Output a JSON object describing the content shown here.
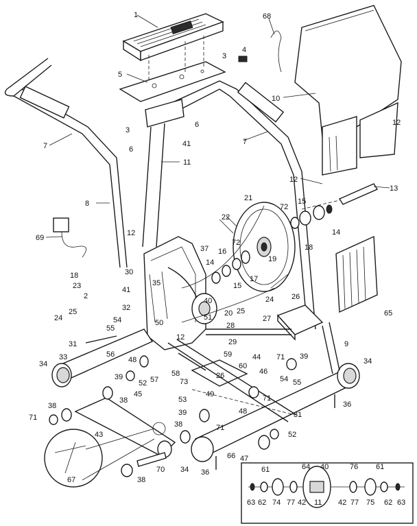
{
  "callouts": [
    {
      "id": "c1",
      "text": "1"
    },
    {
      "id": "c68",
      "text": "68"
    },
    {
      "id": "c4",
      "text": "4"
    },
    {
      "id": "c3a",
      "text": "3"
    },
    {
      "id": "c5",
      "text": "5"
    },
    {
      "id": "c10",
      "text": "10"
    },
    {
      "id": "c7a",
      "text": "7"
    },
    {
      "id": "c3b",
      "text": "3"
    },
    {
      "id": "c6a",
      "text": "6"
    },
    {
      "id": "c6b",
      "text": "6"
    },
    {
      "id": "c41a",
      "text": "41"
    },
    {
      "id": "c7b",
      "text": "7"
    },
    {
      "id": "c12a",
      "text": "12"
    },
    {
      "id": "c11",
      "text": "11"
    },
    {
      "id": "c12b",
      "text": "12"
    },
    {
      "id": "c13",
      "text": "13"
    },
    {
      "id": "c8",
      "text": "8"
    },
    {
      "id": "c22",
      "text": "22"
    },
    {
      "id": "c21",
      "text": "21"
    },
    {
      "id": "c72a",
      "text": "72"
    },
    {
      "id": "c15a",
      "text": "15"
    },
    {
      "id": "c14a",
      "text": "14"
    },
    {
      "id": "c69",
      "text": "69"
    },
    {
      "id": "c12c",
      "text": "12"
    },
    {
      "id": "c72b",
      "text": "72"
    },
    {
      "id": "c18a",
      "text": "18"
    },
    {
      "id": "c37",
      "text": "37"
    },
    {
      "id": "c16",
      "text": "16"
    },
    {
      "id": "c19",
      "text": "19"
    },
    {
      "id": "c14b",
      "text": "14"
    },
    {
      "id": "c17",
      "text": "17"
    },
    {
      "id": "c15b",
      "text": "15"
    },
    {
      "id": "c30",
      "text": "30"
    },
    {
      "id": "c18b",
      "text": "18"
    },
    {
      "id": "c35",
      "text": "35"
    },
    {
      "id": "c23",
      "text": "23"
    },
    {
      "id": "c2",
      "text": "2"
    },
    {
      "id": "c41b",
      "text": "41"
    },
    {
      "id": "c24a",
      "text": "24"
    },
    {
      "id": "c25a",
      "text": "25"
    },
    {
      "id": "c26a",
      "text": "26"
    },
    {
      "id": "c40",
      "text": "40"
    },
    {
      "id": "c32",
      "text": "32"
    },
    {
      "id": "c20",
      "text": "20"
    },
    {
      "id": "c51",
      "text": "51"
    },
    {
      "id": "c25b",
      "text": "25"
    },
    {
      "id": "c24b",
      "text": "24"
    },
    {
      "id": "c65",
      "text": "65"
    },
    {
      "id": "c28",
      "text": "28"
    },
    {
      "id": "c27",
      "text": "27"
    },
    {
      "id": "c54a",
      "text": "54"
    },
    {
      "id": "c50",
      "text": "50"
    },
    {
      "id": "c55a",
      "text": "55"
    },
    {
      "id": "c12d",
      "text": "12"
    },
    {
      "id": "c29",
      "text": "29"
    },
    {
      "id": "c31a",
      "text": "31"
    },
    {
      "id": "c9",
      "text": "9"
    },
    {
      "id": "c56",
      "text": "56"
    },
    {
      "id": "c59",
      "text": "59"
    },
    {
      "id": "c44",
      "text": "44"
    },
    {
      "id": "c71a",
      "text": "71"
    },
    {
      "id": "c39a",
      "text": "39"
    },
    {
      "id": "c33",
      "text": "33"
    },
    {
      "id": "c48a",
      "text": "48"
    },
    {
      "id": "c60",
      "text": "60"
    },
    {
      "id": "c34a",
      "text": "34"
    },
    {
      "id": "c34b",
      "text": "34"
    },
    {
      "id": "c58",
      "text": "58"
    },
    {
      "id": "c26b",
      "text": "26"
    },
    {
      "id": "c46",
      "text": "46"
    },
    {
      "id": "c39b",
      "text": "39"
    },
    {
      "id": "c52a",
      "text": "52"
    },
    {
      "id": "c57",
      "text": "57"
    },
    {
      "id": "c73",
      "text": "73"
    },
    {
      "id": "c54b",
      "text": "54"
    },
    {
      "id": "c55b",
      "text": "55"
    },
    {
      "id": "c45",
      "text": "45"
    },
    {
      "id": "c38a",
      "text": "38"
    },
    {
      "id": "c49",
      "text": "49"
    },
    {
      "id": "c71b",
      "text": "71"
    },
    {
      "id": "c53",
      "text": "53"
    },
    {
      "id": "c36a",
      "text": "36"
    },
    {
      "id": "c38b",
      "text": "38"
    },
    {
      "id": "c39c",
      "text": "39"
    },
    {
      "id": "c48b",
      "text": "48"
    },
    {
      "id": "c71c",
      "text": "71"
    },
    {
      "id": "c31b",
      "text": "31"
    },
    {
      "id": "c43",
      "text": "43"
    },
    {
      "id": "c38c",
      "text": "38"
    },
    {
      "id": "c71d",
      "text": "71"
    },
    {
      "id": "c52b",
      "text": "52"
    },
    {
      "id": "c66",
      "text": "66"
    },
    {
      "id": "c47",
      "text": "47"
    },
    {
      "id": "c70",
      "text": "70"
    },
    {
      "id": "c34c",
      "text": "34"
    },
    {
      "id": "c36b",
      "text": "36"
    },
    {
      "id": "c67",
      "text": "67"
    },
    {
      "id": "c38d",
      "text": "38"
    },
    {
      "id": "c64",
      "text": "64"
    },
    {
      "id": "c40b",
      "text": "40"
    },
    {
      "id": "c76",
      "text": "76"
    },
    {
      "id": "c61a",
      "text": "61"
    },
    {
      "id": "c61b",
      "text": "61"
    },
    {
      "id": "c63a",
      "text": "63"
    },
    {
      "id": "c62a",
      "text": "62"
    },
    {
      "id": "c74",
      "text": "74"
    },
    {
      "id": "c77a",
      "text": "77"
    },
    {
      "id": "c42a",
      "text": "42"
    },
    {
      "id": "c11b",
      "text": "11"
    },
    {
      "id": "c42b",
      "text": "42"
    },
    {
      "id": "c77b",
      "text": "77"
    },
    {
      "id": "c75",
      "text": "75"
    },
    {
      "id": "c62b",
      "text": "62"
    },
    {
      "id": "c63b",
      "text": "63"
    }
  ]
}
